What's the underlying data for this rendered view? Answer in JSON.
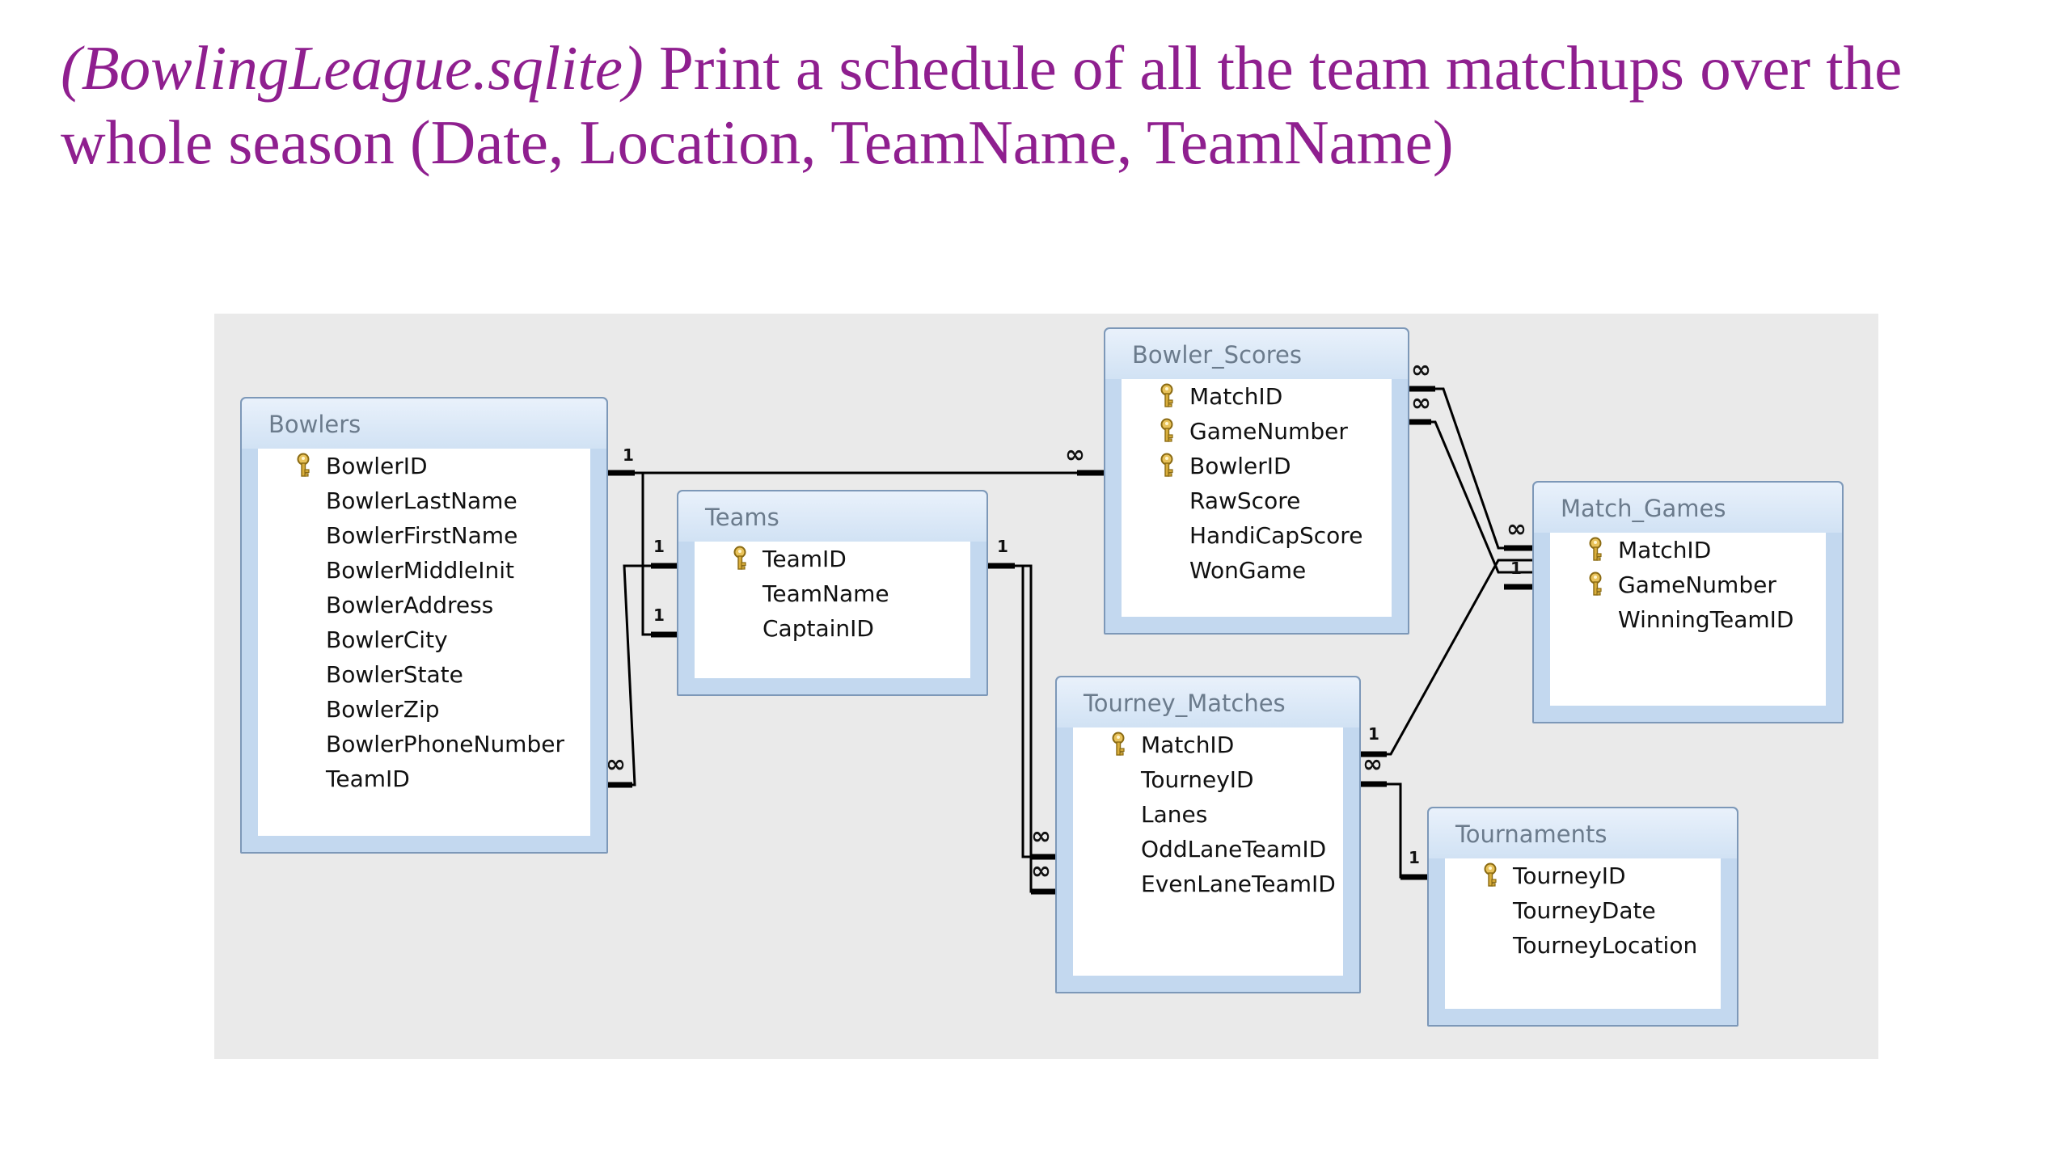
{
  "slide": {
    "title_italic": "(BowlingLeague.sqlite)",
    "title_rest": " Print a schedule of all the team matchups over the whole season (Date, Location, TeamName, TeamName)"
  },
  "diagram": {
    "tables": {
      "bowlers": {
        "name": "Bowlers",
        "fields": [
          "BowlerID",
          "BowlerLastName",
          "BowlerFirstName",
          "BowlerMiddleInit",
          "BowlerAddress",
          "BowlerCity",
          "BowlerState",
          "BowlerZip",
          "BowlerPhoneNumber",
          "TeamID"
        ],
        "keys": [
          "BowlerID"
        ]
      },
      "teams": {
        "name": "Teams",
        "fields": [
          "TeamID",
          "TeamName",
          "CaptainID"
        ],
        "keys": [
          "TeamID"
        ]
      },
      "bowler_scores": {
        "name": "Bowler_Scores",
        "fields": [
          "MatchID",
          "GameNumber",
          "BowlerID",
          "RawScore",
          "HandiCapScore",
          "WonGame"
        ],
        "keys": [
          "MatchID",
          "GameNumber",
          "BowlerID"
        ]
      },
      "match_games": {
        "name": "Match_Games",
        "fields": [
          "MatchID",
          "GameNumber",
          "WinningTeamID"
        ],
        "keys": [
          "MatchID",
          "GameNumber"
        ]
      },
      "tourney_matches": {
        "name": "Tourney_Matches",
        "fields": [
          "MatchID",
          "TourneyID",
          "Lanes",
          "OddLaneTeamID",
          "EvenLaneTeamID"
        ],
        "keys": [
          "MatchID"
        ]
      },
      "tournaments": {
        "name": "Tournaments",
        "fields": [
          "TourneyID",
          "TourneyDate",
          "TourneyLocation"
        ],
        "keys": [
          "TourneyID"
        ]
      }
    },
    "cardinality": {
      "one": "1",
      "many": "∞"
    }
  }
}
